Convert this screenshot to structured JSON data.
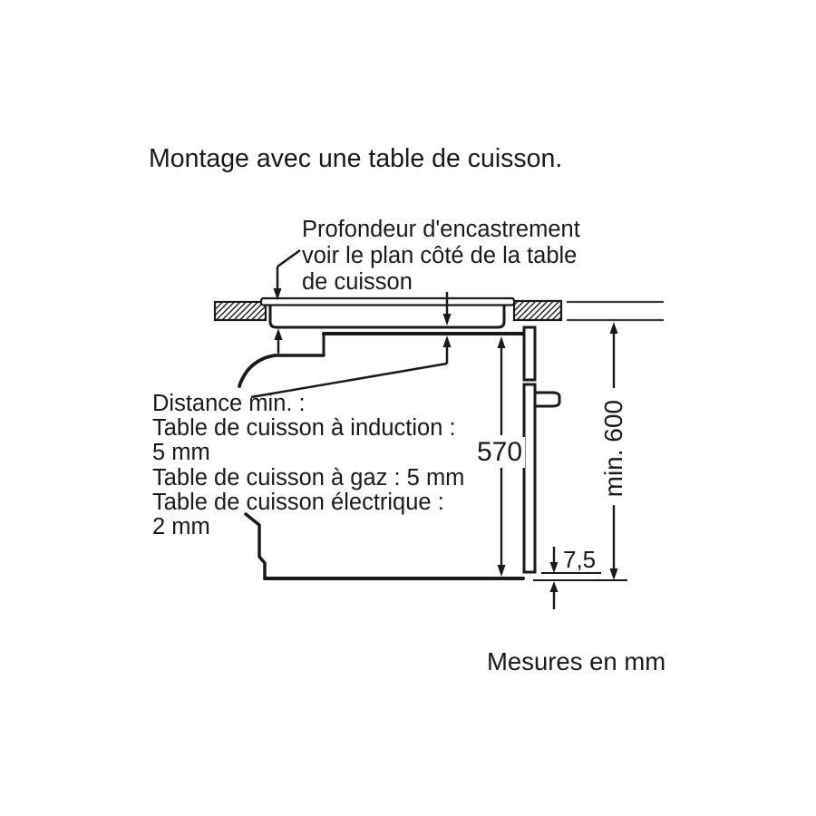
{
  "title": "Montage avec une table de cuisson.",
  "annotation": {
    "text": "Profondeur d'encastrement\nvoir le plan côté de la table\nde cuisson"
  },
  "distance_note": {
    "text": "Distance min. :\nTable de cuisson à induction :\n5 mm\nTable de cuisson à gaz : 5 mm\nTable de cuisson électrique :\n2 mm"
  },
  "dimensions": {
    "oven_height": "570",
    "niche_height": "min. 600",
    "bottom_gap": "7,5"
  },
  "footer": "Mesures en mm",
  "colors": {
    "line": "#1a1a1a",
    "thin_line": "#3c3c3c",
    "background": "#ffffff"
  }
}
